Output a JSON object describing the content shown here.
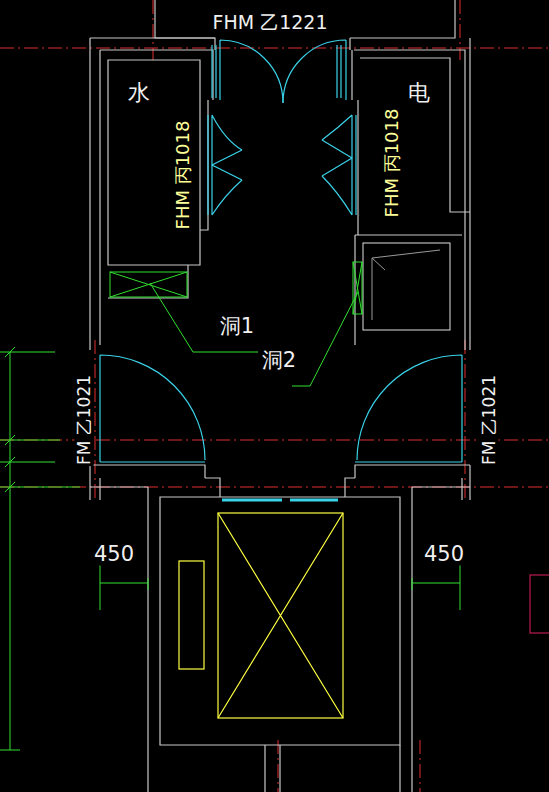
{
  "diagram": {
    "nodes": [
      {
        "text": [
          "水"
        ]
      },
      {
        "text": [
          "电"
        ]
      }
    ],
    "labels": [
      "FHM 乙1221",
      "FHM 丙1018",
      "FHM 丙1018",
      "洞1",
      "洞2",
      "FM 乙1021",
      "FM 乙1021",
      "450",
      "450"
    ]
  }
}
